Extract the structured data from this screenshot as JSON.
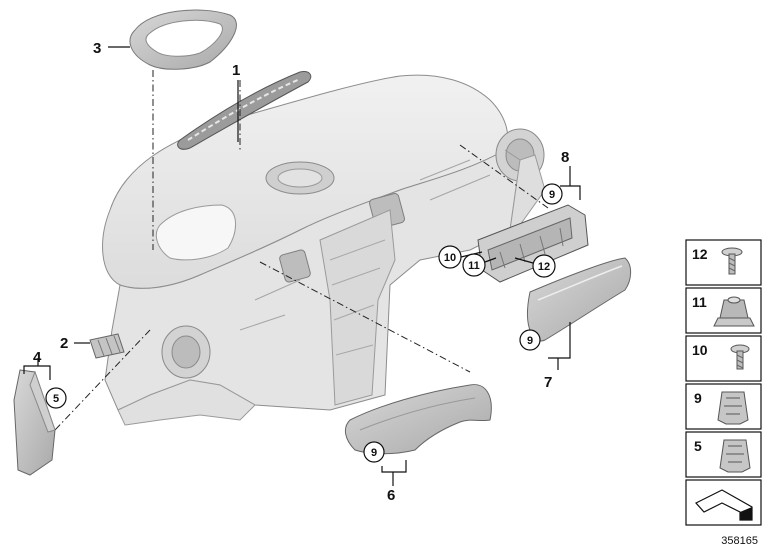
{
  "callouts": {
    "c1": "1",
    "c2": "2",
    "c3": "3",
    "c4": "4",
    "c5": "5",
    "c6": "6",
    "c7": "7",
    "c8": "8",
    "c9a": "9",
    "c9b": "9",
    "c9c": "9",
    "c10": "10",
    "c11": "11",
    "c12": "12"
  },
  "parts_panel": [
    {
      "number": "12",
      "icon": "screw-icon"
    },
    {
      "number": "11",
      "icon": "clip-nut-icon"
    },
    {
      "number": "10",
      "icon": "screw-icon"
    },
    {
      "number": "9",
      "icon": "spring-clip-icon"
    },
    {
      "number": "5",
      "icon": "spring-clip-icon"
    }
  ],
  "legend_icon": "bracket-shape-icon",
  "reference_number": "358165",
  "colors": {
    "part_fill": "#e9e9e9",
    "part_shade": "#cfcfcf",
    "line": "#111111"
  }
}
